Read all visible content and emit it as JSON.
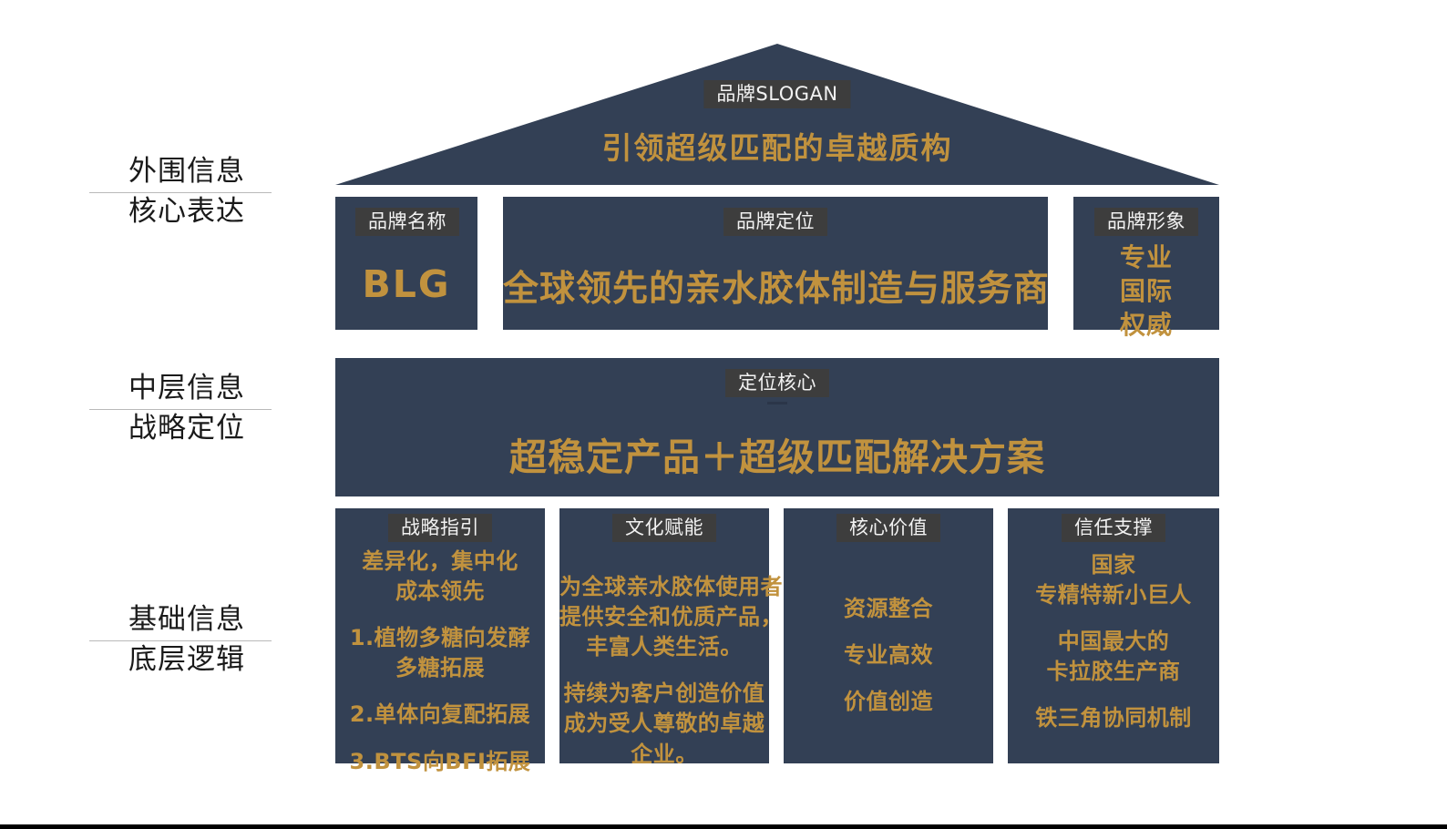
{
  "theme": {
    "navy": "#334055",
    "gold": "#c1923e",
    "badge_bg": "#3d3d3d",
    "badge_text": "#f2f2f2",
    "background": "#ffffff",
    "divider": "#b9b9b9"
  },
  "axis": [
    {
      "top_label": "外围信息",
      "bottom_label": "核心表达"
    },
    {
      "top_label": "中层信息",
      "bottom_label": "战略定位"
    },
    {
      "top_label": "基础信息",
      "bottom_label": "底层逻辑"
    }
  ],
  "roof": {
    "badge": "品牌SLOGAN",
    "slogan": "引领超级匹配的卓越质构"
  },
  "core_row": {
    "brand_name": {
      "badge": "品牌名称",
      "value": "BLG"
    },
    "brand_position": {
      "badge": "品牌定位",
      "value": "全球领先的亲水胶体制造与服务商"
    },
    "brand_image": {
      "badge": "品牌形象",
      "lines": [
        "专业",
        "国际",
        "权威"
      ]
    }
  },
  "middle": {
    "badge": "定位核心",
    "value": "超稳定产品＋超级匹配解决方案"
  },
  "base_columns": [
    {
      "badge": "战略指引",
      "blocks": [
        [
          "差异化，集中化",
          "成本领先"
        ],
        [
          "1.植物多糖向发酵",
          "多糖拓展"
        ],
        [
          "2.单体向复配拓展"
        ],
        [
          "3.BTS向BFI拓展"
        ]
      ]
    },
    {
      "badge": "文化赋能",
      "blocks": [
        [
          "为全球亲水胶体使用者",
          "提供安全和优质产品，",
          "丰富人类生活。"
        ],
        [
          "持续为客户创造价值",
          "成为受人尊敬的卓越",
          "企业。"
        ]
      ]
    },
    {
      "badge": "核心价值",
      "blocks": [
        [
          "资源整合"
        ],
        [
          "专业高效"
        ],
        [
          "价值创造"
        ]
      ]
    },
    {
      "badge": "信任支撑",
      "blocks": [
        [
          "国家",
          "专精特新小巨人"
        ],
        [
          "中国最大的",
          "卡拉胶生产商"
        ],
        [
          "铁三角协同机制"
        ]
      ]
    }
  ]
}
